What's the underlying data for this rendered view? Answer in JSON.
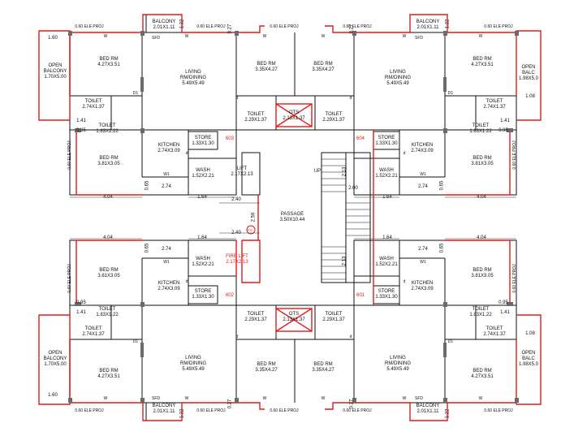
{
  "labels": {
    "balcony": "BALCONY",
    "balcony_size": "2.01X1.11",
    "open_balcony": "OPEN",
    "open_balcony_2": "BALCONY",
    "open_balcony_size": "1.70X5.00",
    "open_balc_right": "OPEN",
    "open_balc_right_2": "BALC",
    "open_balc_right_size": "1.98X5.0",
    "bed_rm": "BED RM",
    "bed_427": "4.27X3.51",
    "bed_335": "3.35X4.27",
    "bed_381": "3.81X3.05",
    "living": "LIVING",
    "rm_dining": "RM/DINING",
    "living_size": "5.49X5.49",
    "toilet": "TOILET",
    "toilet_274": "2.74X1.37",
    "toilet_183": "1.83X1.22",
    "toilet_229": "2.29X1.37",
    "ots": "OTS",
    "ots_size": "2.13X1.37",
    "kitchen": "KITCHEN",
    "kitchen_size": "2.74X3.09",
    "store": "STORE",
    "store_size": "1.33X1.30",
    "wash": "WASH",
    "wash_size": "1.52X2.21",
    "lift": "LIFT",
    "lift_size": "2.17X2.13",
    "fire_lift": "FIRE LIFT",
    "fire_lift_size": "2.17X2.13",
    "passage": "PASSAGE",
    "passage_size": "3.50X10.44",
    "up": "UP",
    "ele_proj": "0.60 ELE PROJ",
    "flat_603": "603",
    "flat_604": "604",
    "flat_602": "602",
    "flat_601": "601",
    "fire_mark": "F/S"
  },
  "dims": {
    "d160": "1.60",
    "d122": "1.22",
    "d027": "0.27",
    "d141": "1.41",
    "d095": "0.95",
    "d404": "4.04",
    "d065": "0.65",
    "d274": "2.74",
    "d164": "1.64",
    "d240": "2.40",
    "d259": "2.59",
    "d213": "2.13",
    "d200": "2.00",
    "d108": "1.08"
  },
  "marks": {
    "d": "d",
    "d1": "D1",
    "w": "W",
    "w1": "W1",
    "sfd": "SFD"
  },
  "colors": {
    "wall": "#111111",
    "fire_wall": "#e01b1b",
    "column": "#6b6b6b",
    "room_fill": "#ffffff"
  }
}
